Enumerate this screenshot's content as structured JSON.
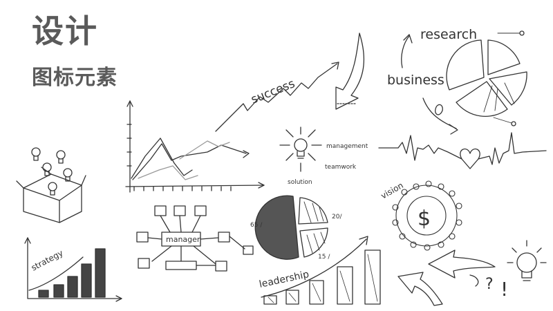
{
  "title": {
    "main": "设计",
    "sub": "图标元素"
  },
  "labels": {
    "success": "success",
    "research": "research",
    "business": "business",
    "management": "management",
    "teamwork": "teamwork",
    "solution": "solution",
    "manager": "manager",
    "vision": "vision",
    "strategy": "strategy",
    "leadership": "leadership",
    "pie_20": "20/",
    "pie_65": "65 /",
    "pie_15": "15 /",
    "dollar": "$",
    "question": "?",
    "exclaim": "!"
  },
  "stroke_color": "#333333",
  "title_color": "#5a5a5a"
}
